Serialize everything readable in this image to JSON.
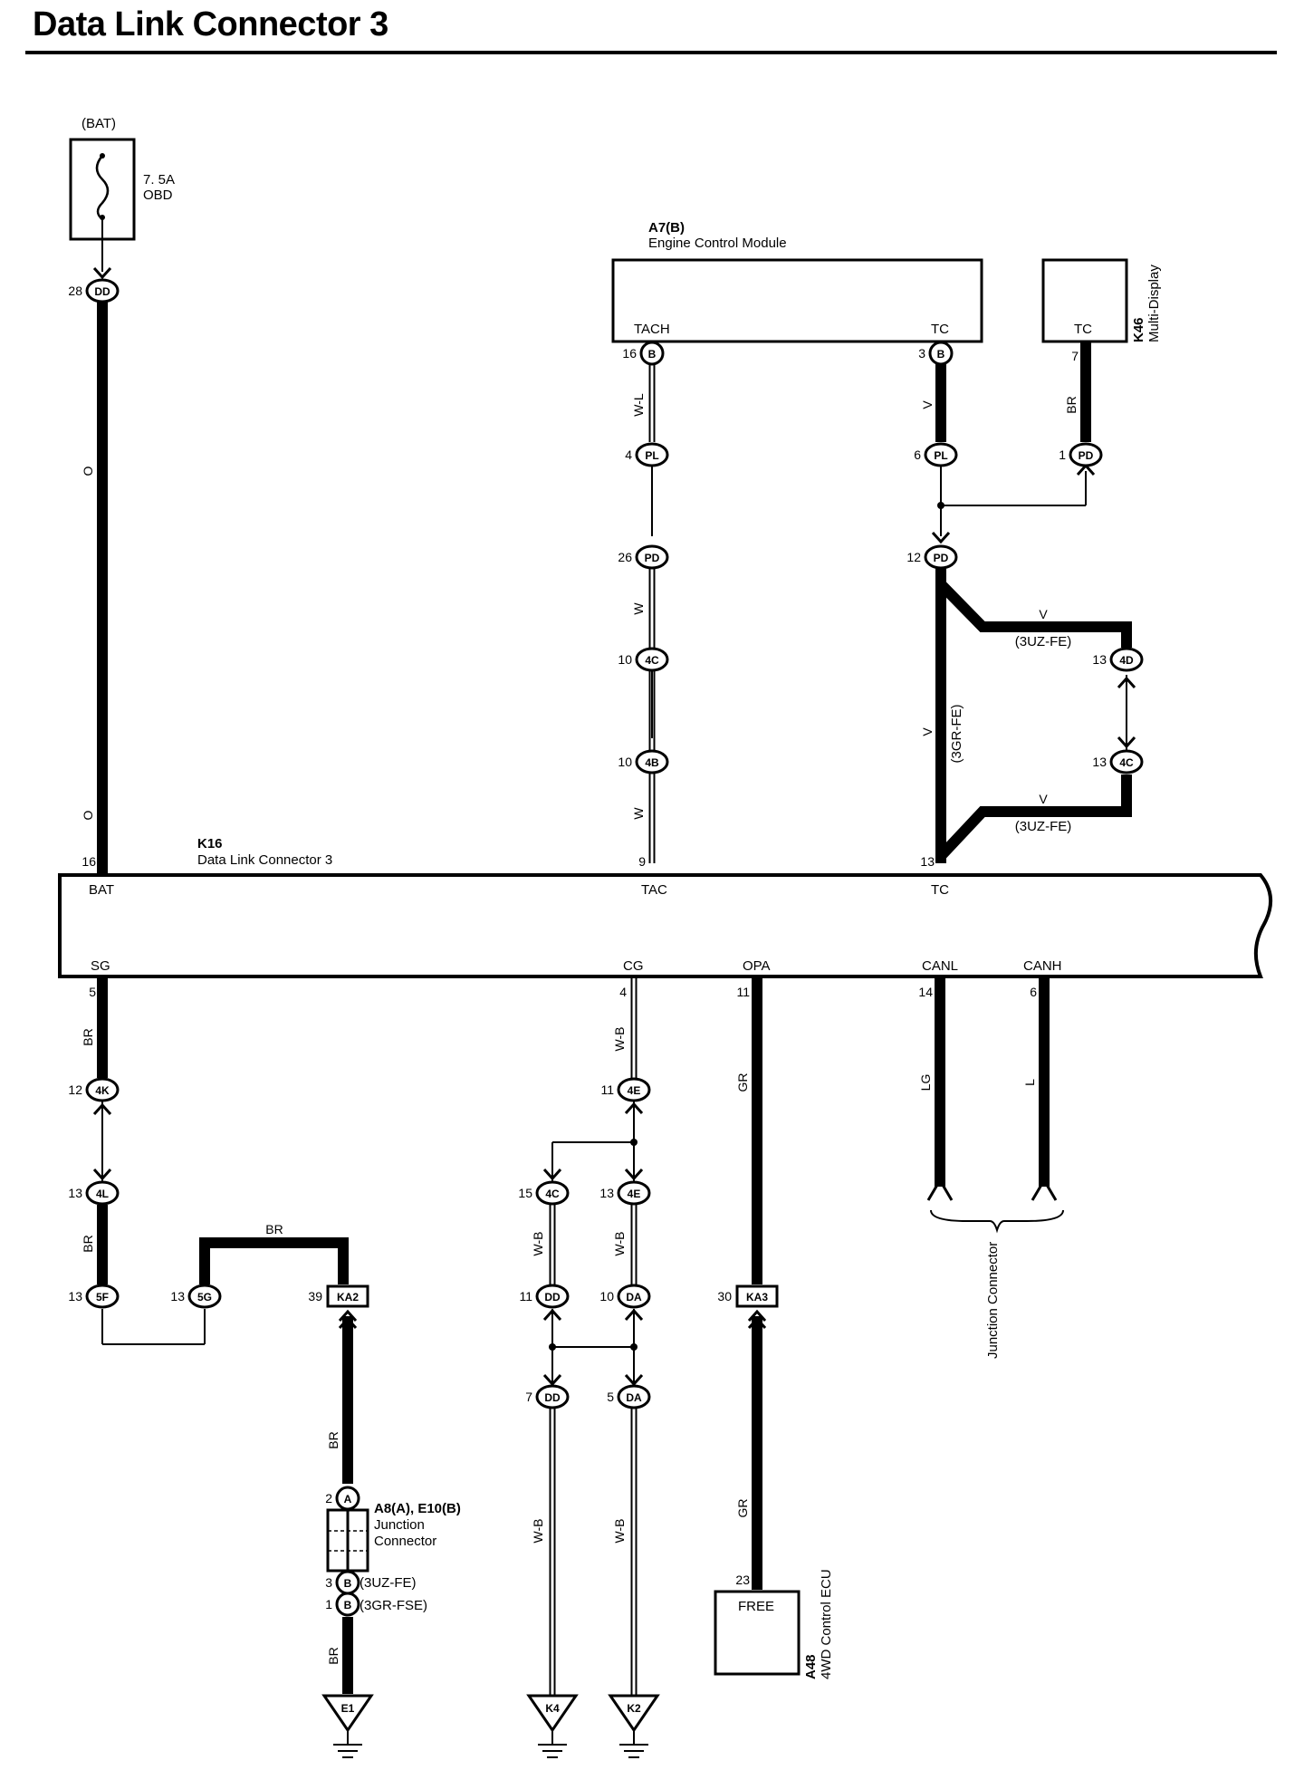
{
  "title": "Data Link Connector 3",
  "fuse": {
    "source": "(BAT)",
    "rating": "7. 5A",
    "name": "OBD"
  },
  "ecm": {
    "id": "A7(B)",
    "name": "Engine Control Module",
    "pin_tach": "TACH",
    "pin_tc": "TC"
  },
  "multi_display": {
    "pin": "TC",
    "id": "K46",
    "name": "Multi-Display"
  },
  "dlc": {
    "id": "K16",
    "name": "Data Link Connector 3",
    "pins_top": [
      "BAT",
      "TAC",
      "TC"
    ],
    "pins_bottom": [
      "SG",
      "CG",
      "OPA",
      "CANL",
      "CANH"
    ]
  },
  "junction_connector": {
    "label": "Junction Connector"
  },
  "jc_a8": {
    "id": "A8(A), E10(B)",
    "line1": "Junction",
    "line2": "Connector",
    "variant_uz": "(3UZ-FE)",
    "variant_gr": "(3GR-FSE)"
  },
  "ecu_4wd": {
    "pin": "FREE",
    "id": "A48",
    "name": "4WD Control ECU"
  },
  "variants": {
    "uz_top": "(3UZ-FE)",
    "uz_bottom": "(3UZ-FE)",
    "gr": "(3GR-FE)"
  },
  "wire_colors": {
    "bat": "O",
    "bat2": "O",
    "tach": "W-L",
    "tach_w1": "W",
    "tach_w2": "W",
    "tc": "V",
    "tc_main": "V",
    "tc_uz1": "V",
    "tc_uz2": "V",
    "md": "BR",
    "sg1": "BR",
    "sg2": "BR",
    "sg3": "BR",
    "e1a": "BR",
    "e1b": "BR",
    "cg1": "W-B",
    "cg2": "W-B",
    "cg3": "W-B",
    "cg4": "W-B",
    "cg5": "W-B",
    "opa1": "GR",
    "opa2": "GR",
    "canl": "LG",
    "canh": "L"
  },
  "connectors": {
    "dd28": {
      "num": "28",
      "code": "DD"
    },
    "b16": {
      "num": "16",
      "code": "B"
    },
    "pl4": {
      "num": "4",
      "code": "PL"
    },
    "pd26": {
      "num": "26",
      "code": "PD"
    },
    "c4c10": {
      "num": "10",
      "code": "4C"
    },
    "c4b10": {
      "num": "10",
      "code": "4B"
    },
    "b3": {
      "num": "3",
      "code": "B"
    },
    "pl6": {
      "num": "6",
      "code": "PL"
    },
    "pd12": {
      "num": "12",
      "code": "PD"
    },
    "pd1": {
      "num": "1",
      "code": "PD"
    },
    "md7": {
      "num": "7"
    },
    "c4d13": {
      "num": "13",
      "code": "4D"
    },
    "c4c13": {
      "num": "13",
      "code": "4C"
    },
    "k16_16": {
      "num": "16"
    },
    "k16_9": {
      "num": "9"
    },
    "k16_13": {
      "num": "13"
    },
    "k16_5": {
      "num": "5"
    },
    "k16_4": {
      "num": "4"
    },
    "k16_11": {
      "num": "11"
    },
    "k16_14": {
      "num": "14"
    },
    "k16_6": {
      "num": "6"
    },
    "c4k12": {
      "num": "12",
      "code": "4K"
    },
    "c4l13": {
      "num": "13",
      "code": "4L"
    },
    "c5f13": {
      "num": "13",
      "code": "5F"
    },
    "c5g13": {
      "num": "13",
      "code": "5G"
    },
    "ka2": {
      "num": "39",
      "code": "KA2"
    },
    "c4e11": {
      "num": "11",
      "code": "4E"
    },
    "c4c15": {
      "num": "15",
      "code": "4C"
    },
    "c4e13": {
      "num": "13",
      "code": "4E"
    },
    "dd11": {
      "num": "11",
      "code": "DD"
    },
    "da10": {
      "num": "10",
      "code": "DA"
    },
    "dd7": {
      "num": "7",
      "code": "DD"
    },
    "da5": {
      "num": "5",
      "code": "DA"
    },
    "ka3": {
      "num": "30",
      "code": "KA3"
    },
    "a2": {
      "num": "2",
      "code": "A"
    },
    "b3b": {
      "num": "3",
      "code": "B"
    },
    "b1b": {
      "num": "1",
      "code": "B"
    },
    "ecu23": {
      "num": "23"
    }
  },
  "grounds": [
    "E1",
    "K4",
    "K2"
  ]
}
